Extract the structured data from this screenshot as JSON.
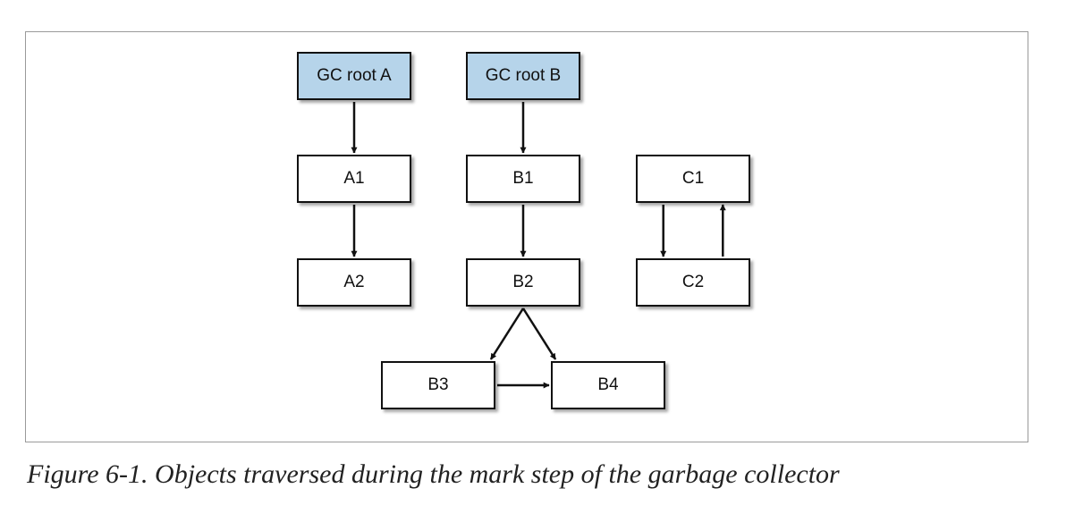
{
  "nodes": {
    "gc_root_a": {
      "label": "GC root A",
      "role": "root"
    },
    "gc_root_b": {
      "label": "GC root B",
      "role": "root"
    },
    "a1": {
      "label": "A1",
      "role": "object"
    },
    "a2": {
      "label": "A2",
      "role": "object"
    },
    "b1": {
      "label": "B1",
      "role": "object"
    },
    "b2": {
      "label": "B2",
      "role": "object"
    },
    "b3": {
      "label": "B3",
      "role": "object"
    },
    "b4": {
      "label": "B4",
      "role": "object"
    },
    "c1": {
      "label": "C1",
      "role": "object"
    },
    "c2": {
      "label": "C2",
      "role": "object"
    }
  },
  "edges": [
    {
      "from": "gc_root_a",
      "to": "a1"
    },
    {
      "from": "a1",
      "to": "a2"
    },
    {
      "from": "gc_root_b",
      "to": "b1"
    },
    {
      "from": "b1",
      "to": "b2"
    },
    {
      "from": "b2",
      "to": "b3"
    },
    {
      "from": "b2",
      "to": "b4"
    },
    {
      "from": "b3",
      "to": "b4"
    },
    {
      "from": "c1",
      "to": "c2"
    },
    {
      "from": "c2",
      "to": "c1"
    }
  ],
  "colors": {
    "root_fill": "#b6d4ea",
    "object_fill": "#ffffff",
    "stroke": "#111111"
  },
  "caption": "Figure 6-1. Objects traversed during the mark step of the garbage collector"
}
